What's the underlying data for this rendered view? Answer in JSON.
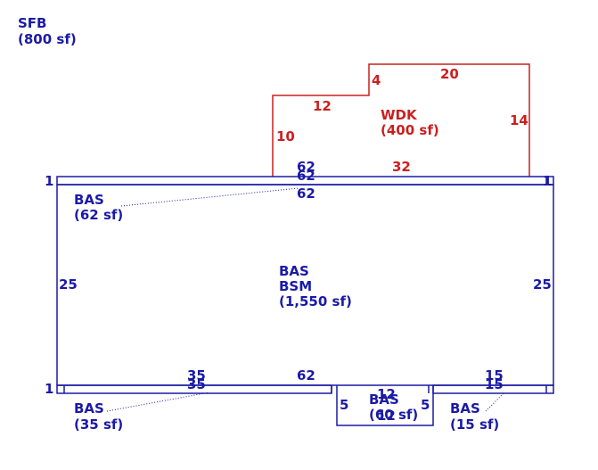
{
  "summary": {
    "code": "SFB",
    "area": "(800 sf)"
  },
  "wdk": {
    "code": "WDK",
    "area": "(400 sf)",
    "dims": {
      "left": "10",
      "top_left": "12",
      "step": "4",
      "top_right": "20",
      "right": "14",
      "bottom": "32"
    }
  },
  "top_strip": {
    "code": "BAS",
    "area": "(62 sf)",
    "end_left": "1",
    "end_right": "1",
    "dim_top": "62",
    "dim_mid": "62",
    "dim_bottom": "62"
  },
  "main": {
    "code1": "BAS",
    "code2": "BSM",
    "area": "(1,550 sf)",
    "left": "25",
    "right": "25",
    "bottom": "62"
  },
  "bottom_left": {
    "code": "BAS",
    "area": "(35 sf)",
    "end": "1",
    "dim_a": "35",
    "dim_b": "35"
  },
  "bottom_mid": {
    "code": "BAS",
    "area": "(60 sf)",
    "top": "12",
    "bottom": "12",
    "left": "5",
    "right": "5"
  },
  "bottom_right": {
    "code": "BAS",
    "area": "(15 sf)",
    "dim_a": "15",
    "dim_b": "15"
  },
  "colors": {
    "bas": "#1a1aa6",
    "wdk": "#cc1f1f"
  }
}
